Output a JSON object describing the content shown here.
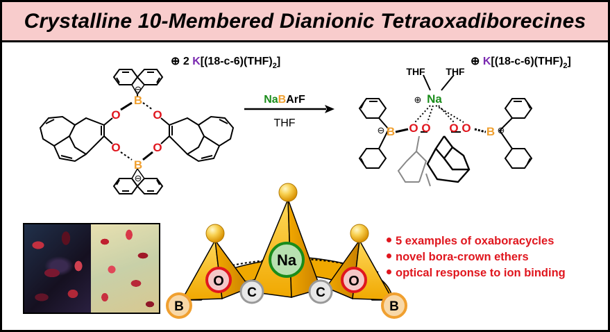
{
  "title": "Crystalline 10-Membered Dianionic Tetraoxadiborecines",
  "left_molecule": {
    "counterion_prefix": "⊕ 2 ",
    "counterion_K": "K",
    "counterion_rest": "[(18-c-6)(THF)",
    "counterion_sub": "2",
    "counterion_end": "]",
    "atom_B": "B",
    "atom_O": "O",
    "charge_minus": "⊖"
  },
  "reaction": {
    "reagent_Na": "Na",
    "reagent_B": "B",
    "reagent_rest": "ArF",
    "solvent": "THF"
  },
  "right_molecule": {
    "counterion_prefix": "⊕ ",
    "counterion_K": "K",
    "counterion_rest": "[(18-c-6)(THF)",
    "counterion_sub": "2",
    "counterion_end": "]",
    "thf_left": "THF",
    "thf_right": "THF",
    "na_charge": "⊕",
    "atom_Na": "Na",
    "atom_B": "B",
    "atom_O": "O",
    "charge_minus": "⊖"
  },
  "crown_model": {
    "na_label": "Na",
    "o_label": "O",
    "c_label": "C",
    "b_label": "B"
  },
  "bullets": [
    "5 examples of oxaboracycles",
    "novel bora-crown ethers",
    "optical response to ion binding"
  ],
  "colors": {
    "title_bg": "#f8cccc",
    "boron": "#f0a030",
    "oxygen": "#e0161e",
    "sodium": "#1a8c1a",
    "potassium": "#7a2ab0",
    "crown_gold": "#f5b400",
    "bullet_text": "#e0161e"
  }
}
